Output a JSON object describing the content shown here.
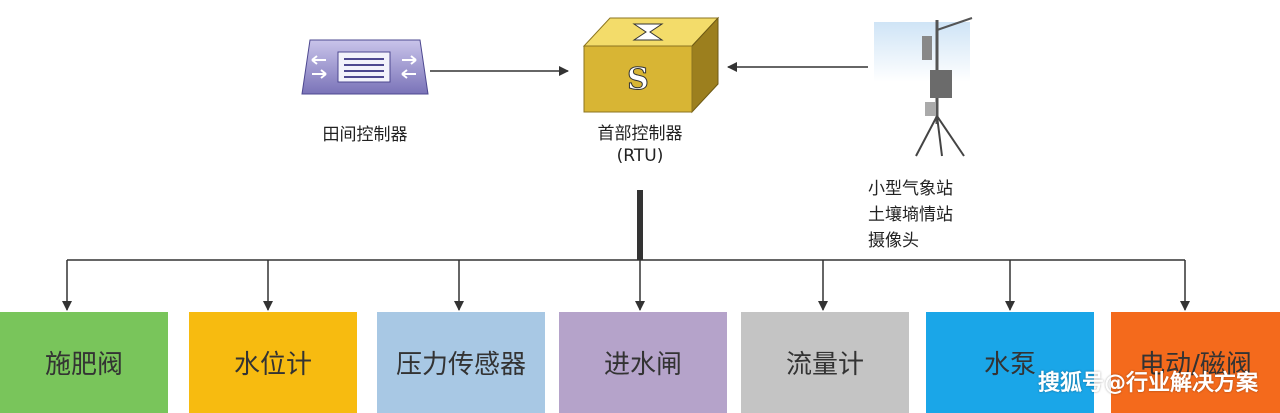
{
  "nodes": {
    "field_controller": {
      "label": "田间控制器"
    },
    "rtu": {
      "label_line1": "首部控制器",
      "label_line2": "(RTU)",
      "icon_letter": "S"
    },
    "sensors": {
      "line1": "小型气象站",
      "line2": "土壤墒情站",
      "line3": "摄像头"
    }
  },
  "devices": [
    {
      "label": "施肥阀",
      "color": "#79c55b"
    },
    {
      "label": "水位计",
      "color": "#f7bb10"
    },
    {
      "label": "压力传感器",
      "color": "#a8c8e4"
    },
    {
      "label": "进水闸",
      "color": "#b5a3ca"
    },
    {
      "label": "流量计",
      "color": "#c4c4c4"
    },
    {
      "label": "水泵",
      "color": "#1aa6e8"
    },
    {
      "label": "电动/磁阀",
      "color": "#f46a1c"
    }
  ],
  "watermark": "搜狐号@行业解决方案"
}
